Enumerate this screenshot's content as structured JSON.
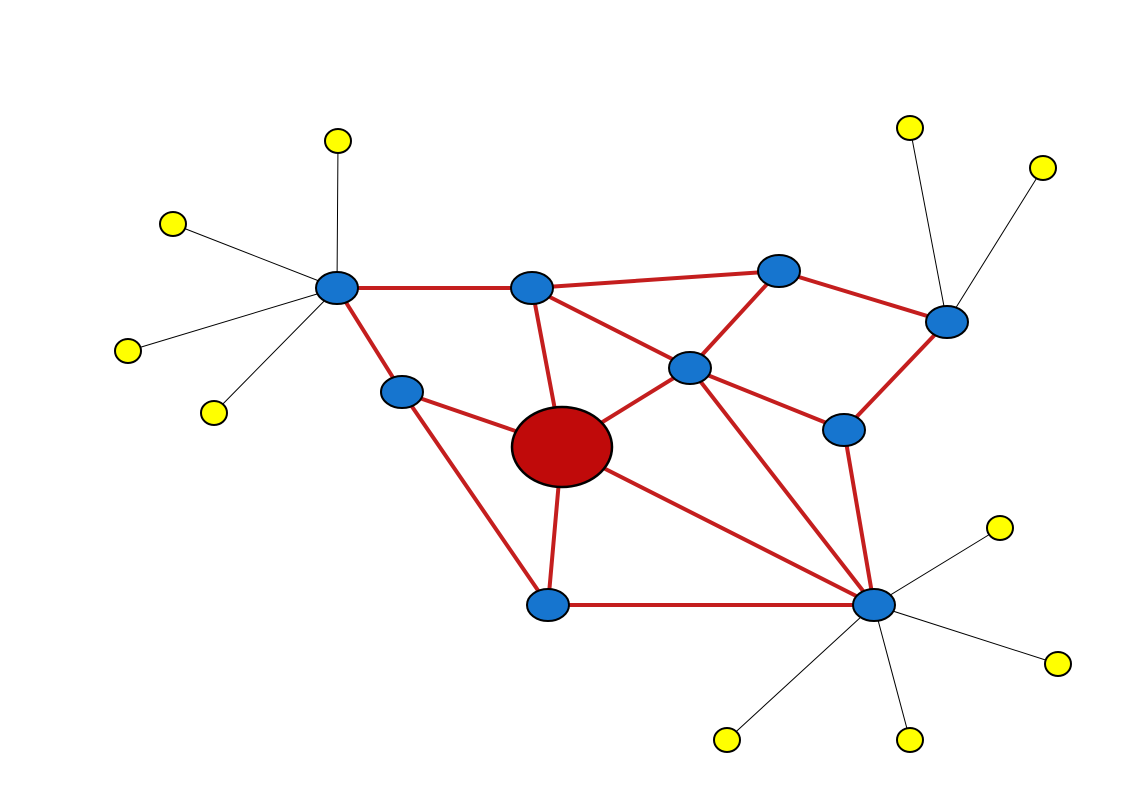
{
  "diagram": {
    "type": "network-graph",
    "colors": {
      "hub": "#C00A0A",
      "router": "#1675CF",
      "leaf": "#FFFF00",
      "backbone_link": "#C41E1E",
      "leaf_link": "#000000",
      "outline": "#000000",
      "background": "#FFFFFF"
    },
    "node_roles": [
      "hub",
      "router",
      "leaf"
    ],
    "link_roles": [
      "backbone",
      "leaf"
    ]
  }
}
